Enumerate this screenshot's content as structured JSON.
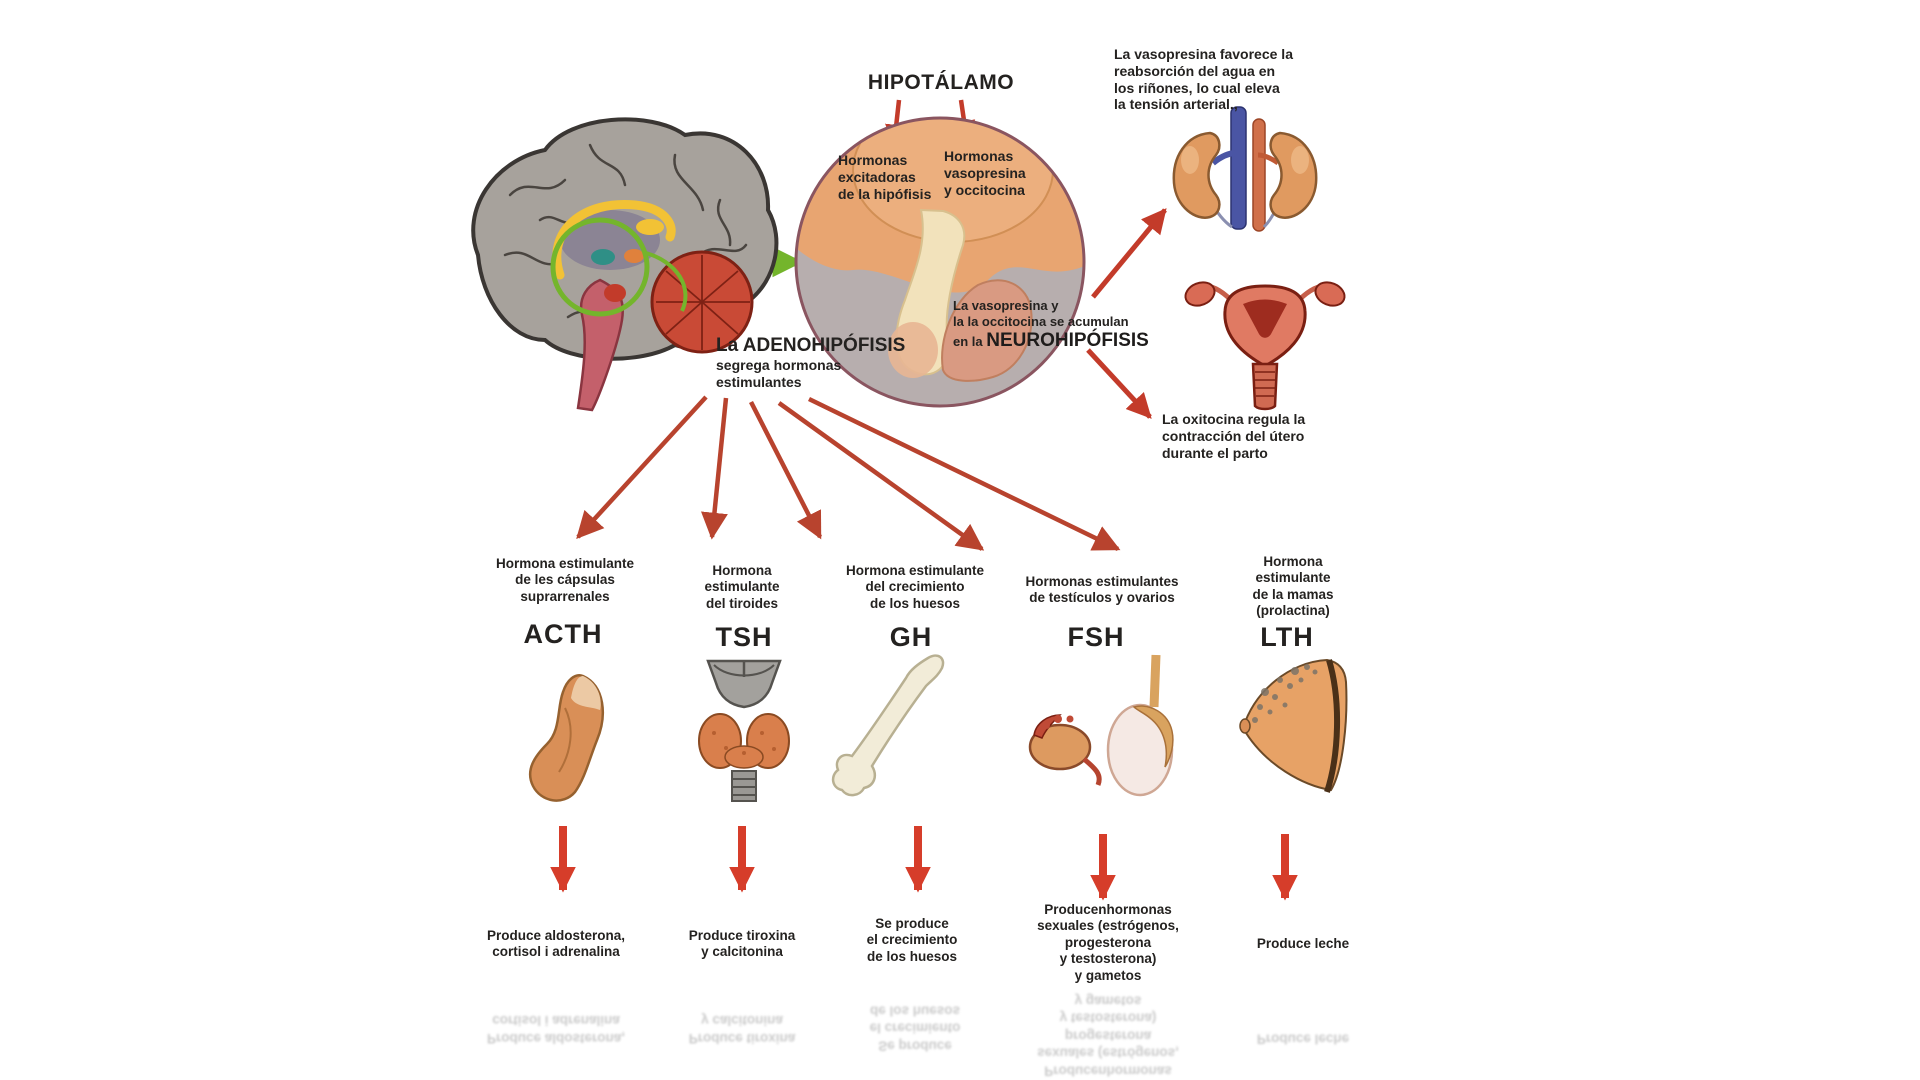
{
  "colors": {
    "arrow_red_small": "#c33b2a",
    "arrow_red_fan": "#b8432e",
    "arrow_red_vertical": "#d63d2a",
    "arrow_green": "#74b52c",
    "circle_orange": "#e8a571",
    "circle_gray": "#b7aeae"
  },
  "title": "HIPOTÁLAMO",
  "pituitary_circle": {
    "left_label": "Hormonas\nexcitadoras\nde la hipófisis",
    "right_label": "Hormonas\nvasopresina\ny occitocina"
  },
  "adenohypophysis": {
    "heading": "La ADENOHIPÓFISIS",
    "sub": "segrega hormonas\nestimulantes"
  },
  "neurohypophysis": {
    "line1": "La vasopresina y",
    "line2": "la la occitocina se acumulan",
    "line3_prefix": "en la ",
    "line3_word": "NEUROHIPÓFISIS"
  },
  "vasopressin_note": "La vasopresina favorece la\nreabsorción del agua en\nlos riñones, lo cual eleva\nla tensión arterial.,",
  "oxytocin_note": "La oxitocina regula la\ncontracción del útero\ndurante el parto",
  "columns": [
    {
      "id": "acth",
      "top_label": "Hormona estimulante\nde les cápsulas\nsuprarrenales",
      "acronym": "ACTH",
      "organ": "adrenal-gland",
      "bottom_label": "Produce aldosterona,\ncortisol i adrenalina"
    },
    {
      "id": "tsh",
      "top_label": "Hormona\nestimulante\ndel tiroides",
      "acronym": "TSH",
      "organ": "thyroid",
      "bottom_label": "Produce tiroxina\ny calcitonina"
    },
    {
      "id": "gh",
      "top_label": "Hormona estimulante\ndel crecimiento\nde los huesos",
      "acronym": "GH",
      "organ": "bone",
      "bottom_label": "Se produce\nel crecimiento\nde los huesos"
    },
    {
      "id": "fsh",
      "top_label": "Hormonas estimulantes\nde testículos y ovarios",
      "acronym": "FSH",
      "organ": "ovary-and-testis",
      "bottom_label": "Producenhormonas\nsexuales (estrógenos,\nprogesterona\ny testosterona)\ny gametos"
    },
    {
      "id": "lth",
      "top_label": "Hormona\nestimulante\nde la mamas\n(prolactina)",
      "acronym": "LTH",
      "organ": "breast",
      "bottom_label": "Produce leche"
    }
  ]
}
